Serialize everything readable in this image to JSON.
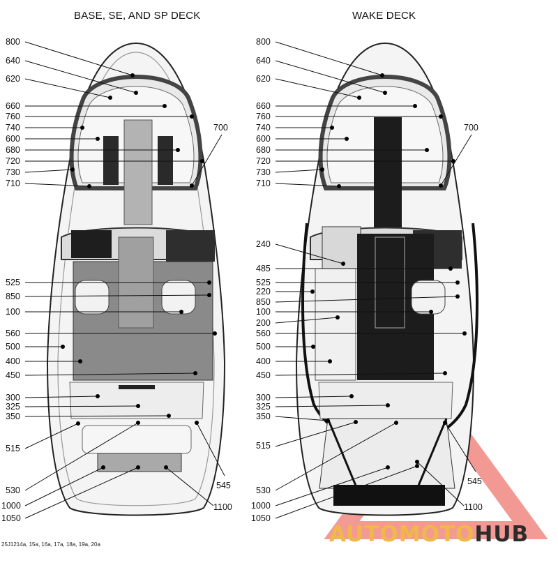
{
  "left_panel": {
    "title": "BASE, SE, AND SP DECK",
    "labels": [
      "800",
      "640",
      "620",
      "660",
      "760",
      "740",
      "600",
      "680",
      "720",
      "730",
      "710",
      "700",
      "525",
      "850",
      "100",
      "560",
      "500",
      "400",
      "450",
      "300",
      "325",
      "350",
      "515",
      "530",
      "1000",
      "1050",
      "1100",
      "545"
    ]
  },
  "right_panel": {
    "title": "WAKE DECK",
    "labels": [
      "800",
      "640",
      "620",
      "660",
      "760",
      "740",
      "600",
      "680",
      "720",
      "730",
      "710",
      "700",
      "240",
      "485",
      "525",
      "220",
      "850",
      "100",
      "200",
      "560",
      "500",
      "400",
      "450",
      "300",
      "325",
      "350",
      "515",
      "530",
      "1000",
      "1050",
      "1100",
      "545"
    ]
  },
  "footer_ref": "25J1214a, 15a, 16a, 17a, 18a, 19a, 20a",
  "watermark": {
    "part1": "AUTOMOTO",
    "part2": "HUB",
    "accent_color": "#e8473d",
    "gold_color": "#f0b84a"
  },
  "colors": {
    "hull": "#f4f4f4",
    "outline": "#222222",
    "mat_base": "#8a8a8a",
    "mat_wake": "#1c1c1c",
    "cushion": "#e9e9e9"
  }
}
